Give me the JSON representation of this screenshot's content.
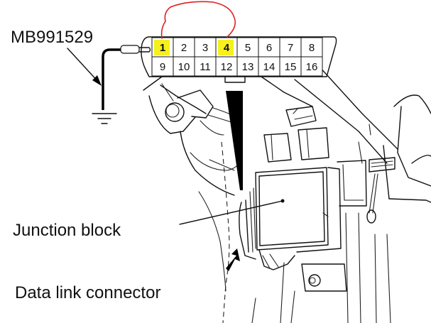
{
  "labels": {
    "tool": "MB991529",
    "junction_block": "Junction block",
    "data_link_connector": "Data link connector"
  },
  "connector": {
    "top_row": [
      "1",
      "2",
      "3",
      "4",
      "5",
      "6",
      "7",
      "8"
    ],
    "bottom_row": [
      "9",
      "10",
      "11",
      "12",
      "13",
      "14",
      "15",
      "16"
    ],
    "highlighted_pins": [
      "1",
      "4"
    ],
    "jumper_between": [
      "1",
      "4"
    ]
  },
  "colors": {
    "highlight": "#f5f01e",
    "jumper_wire": "#e02020",
    "line": "#111111"
  }
}
